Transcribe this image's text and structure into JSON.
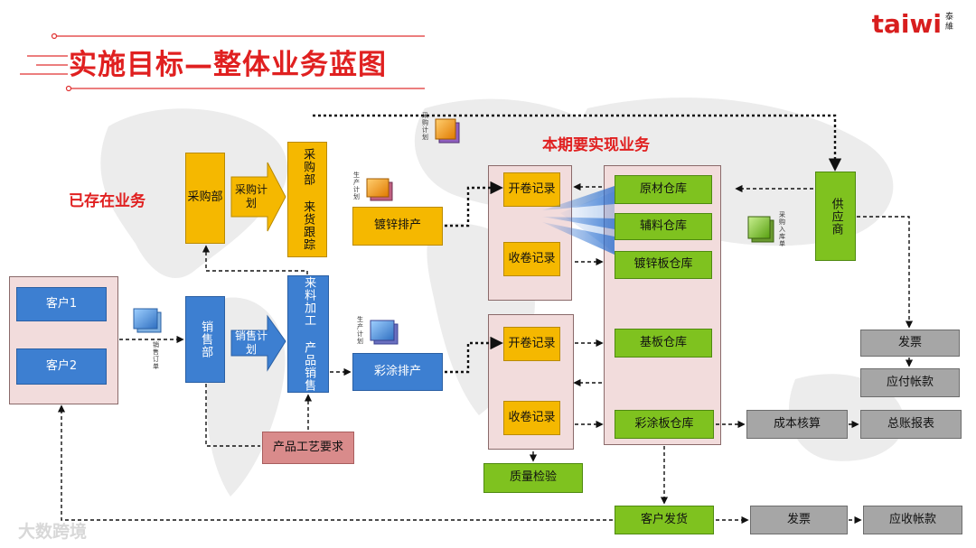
{
  "header": {
    "title": "实施目标—整体业务蓝图",
    "logo": "taiwi",
    "logo_sub": "泰維"
  },
  "labels": {
    "existing": "已存在业务",
    "current_phase": "本期要实现业务"
  },
  "nodes": {
    "customer1": "客户1",
    "customer2": "客户2",
    "purchase_dept": "采购部",
    "purchase_plan": "采购计划",
    "purchase_tracking": "采购部 来货跟踪",
    "sales_dept": "销售部",
    "sales_plan": "销售计划",
    "incoming_processing": "来料加工 产品销售",
    "galvanize_schedule": "镀锌排产",
    "coating_schedule": "彩涂排产",
    "product_process": "产品工艺要求",
    "uncoil_record_1": "开卷记录",
    "recoil_record_1": "收卷记录",
    "uncoil_record_2": "开卷记录",
    "recoil_record_2": "收卷记录",
    "quality_check": "质量检验",
    "raw_material_wh": "原材仓库",
    "auxiliary_wh": "辅料仓库",
    "galvanized_wh": "镀锌板仓库",
    "substrate_wh": "基板仓库",
    "coated_wh": "彩涂板仓库",
    "supplier": "供应商",
    "invoice_payable": "发票",
    "accounts_payable": "应付帐款",
    "cost_accounting": "成本核算",
    "general_ledger": "总账报表",
    "customer_delivery": "客户发货",
    "invoice_receivable": "发票",
    "accounts_receivable": "应收帐款"
  },
  "doc_labels": {
    "sales_order": "销售订单",
    "production_plan_1": "生产计划",
    "production_plan_2": "生产计划",
    "purchase_plan_doc": "采购计划",
    "purchase_receipt": "采购入库单"
  },
  "watermark": "大数跨境",
  "colors": {
    "title_red": "#e02020",
    "yellow": "#f5b800",
    "blue": "#3d7fd1",
    "green": "#7fc21f",
    "gray": "#a6a6a6",
    "rose": "#d98b8b",
    "panel": "#f2dcdc"
  }
}
